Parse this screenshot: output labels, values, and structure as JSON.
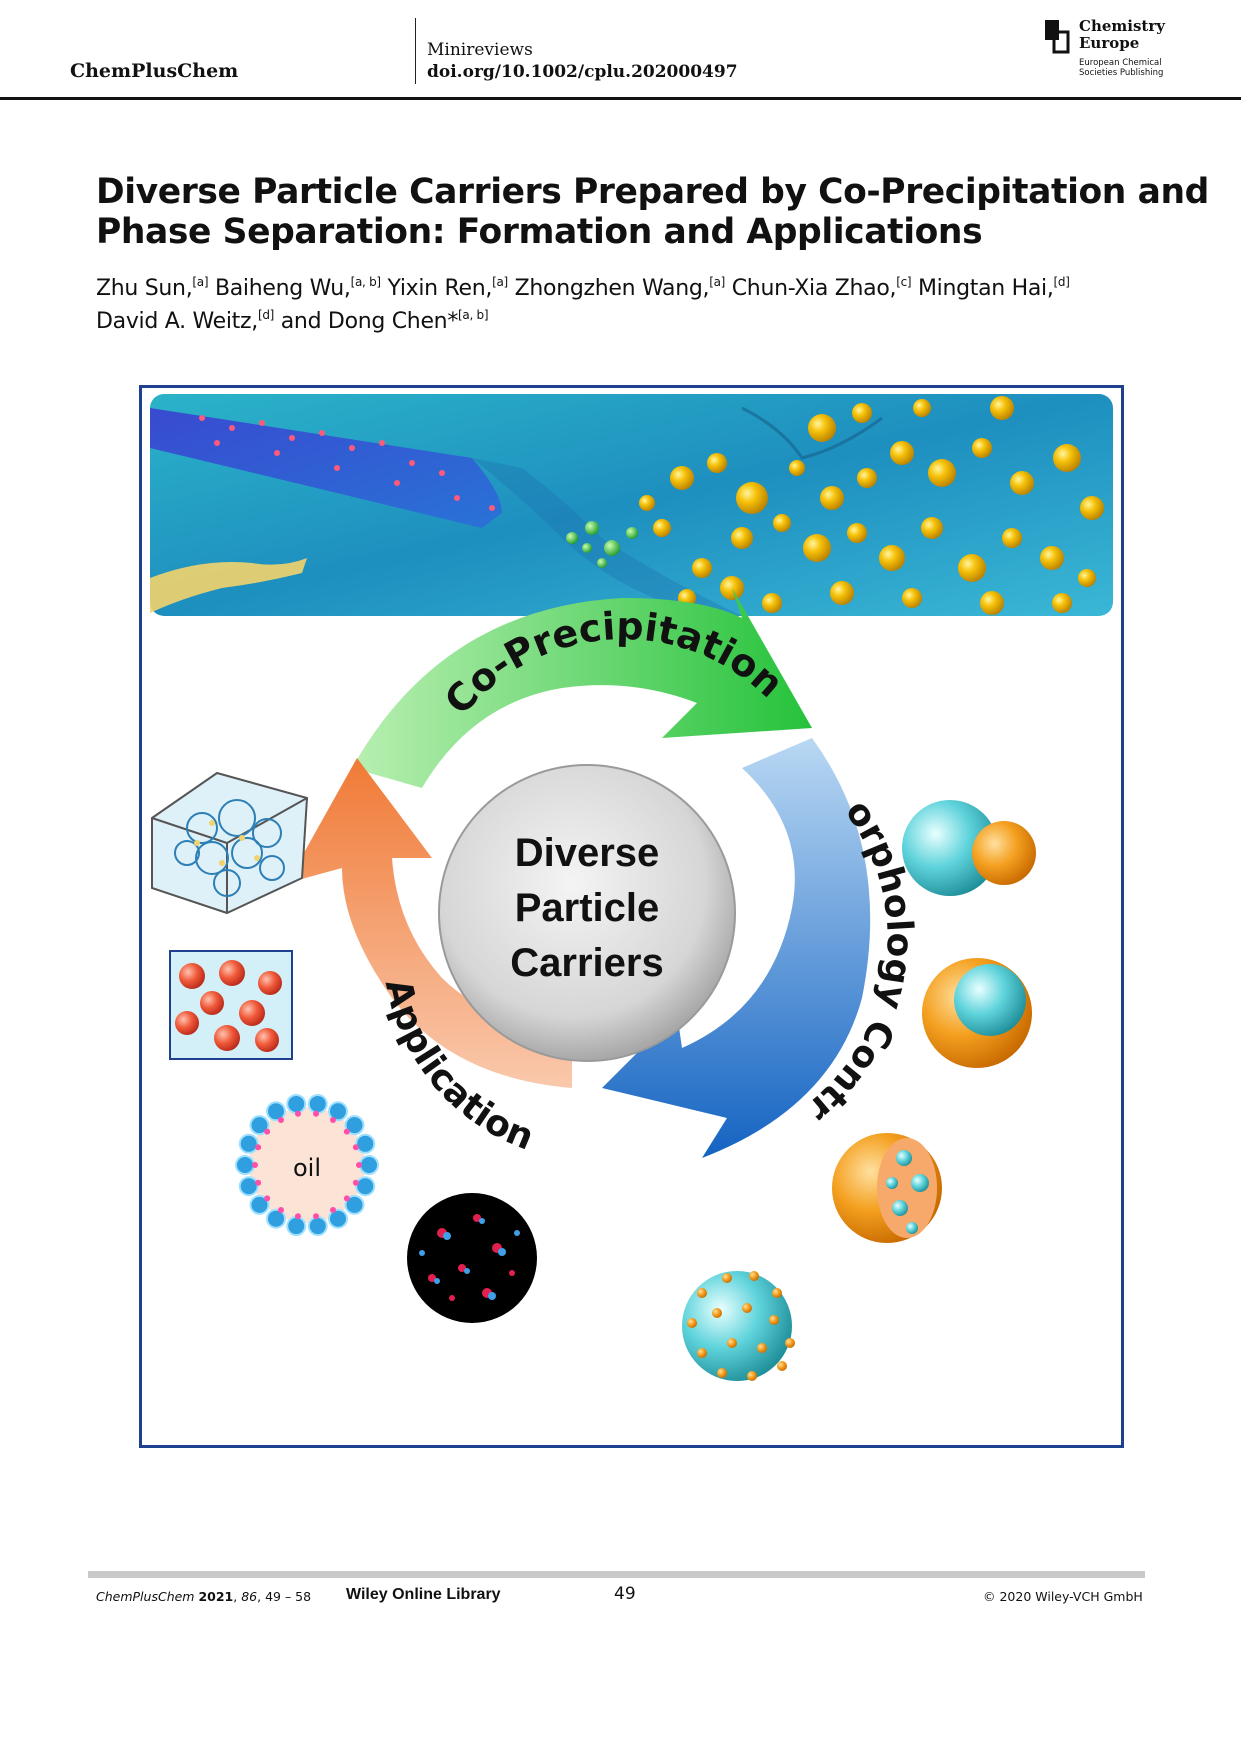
{
  "header": {
    "journal": "ChemPlusChem",
    "article_type": "Minireviews",
    "doi": "doi.org/10.1002/cplu.202000497",
    "publisher_logo": {
      "icon": "chemistry-europe-logo",
      "line1": "Chemistry",
      "line2": "Europe",
      "sub1": "European Chemical",
      "sub2": "Societies Publishing"
    }
  },
  "article": {
    "title_line1": "Diverse Particle Carriers Prepared by Co-Precipitation and",
    "title_line2": "Phase Separation: Formation and Applications",
    "authors": [
      {
        "name": "Zhu Sun,",
        "aff": "[a]"
      },
      {
        "name": "Baiheng Wu,",
        "aff": "[a, b]"
      },
      {
        "name": "Yixin Ren,",
        "aff": "[a]"
      },
      {
        "name": "Zhongzhen Wang,",
        "aff": "[a]"
      },
      {
        "name": "Chun-Xia Zhao,",
        "aff": "[c]"
      },
      {
        "name": "Mingtan Hai,",
        "aff": "[d]"
      },
      {
        "name": "David A. Weitz,",
        "aff": "[d]"
      },
      {
        "name": "and Dong Chen*",
        "aff": "[a, b]"
      }
    ]
  },
  "figure": {
    "arrow_top": "Co-Precipitation",
    "arrow_right": "Morphology Control",
    "arrow_left": "Application",
    "center_line1": "Diverse",
    "center_line2": "Particle",
    "center_line3": "Carriers",
    "emulsion_label": "oil",
    "colors": {
      "border": "#1f3f8f",
      "green": "#3cc83c",
      "blue": "#1f6fc8",
      "orange": "#f08a4b",
      "gold": "#f2b705",
      "cyan": "#3fc6cf"
    }
  },
  "footer": {
    "citation_journal": "ChemPlusChem",
    "citation_year": "2021",
    "citation_volume": "86",
    "citation_pages": ", 49 – 58",
    "library": "Wiley Online Library",
    "page_number": "49",
    "copyright": "© 2020 Wiley-VCH GmbH"
  }
}
